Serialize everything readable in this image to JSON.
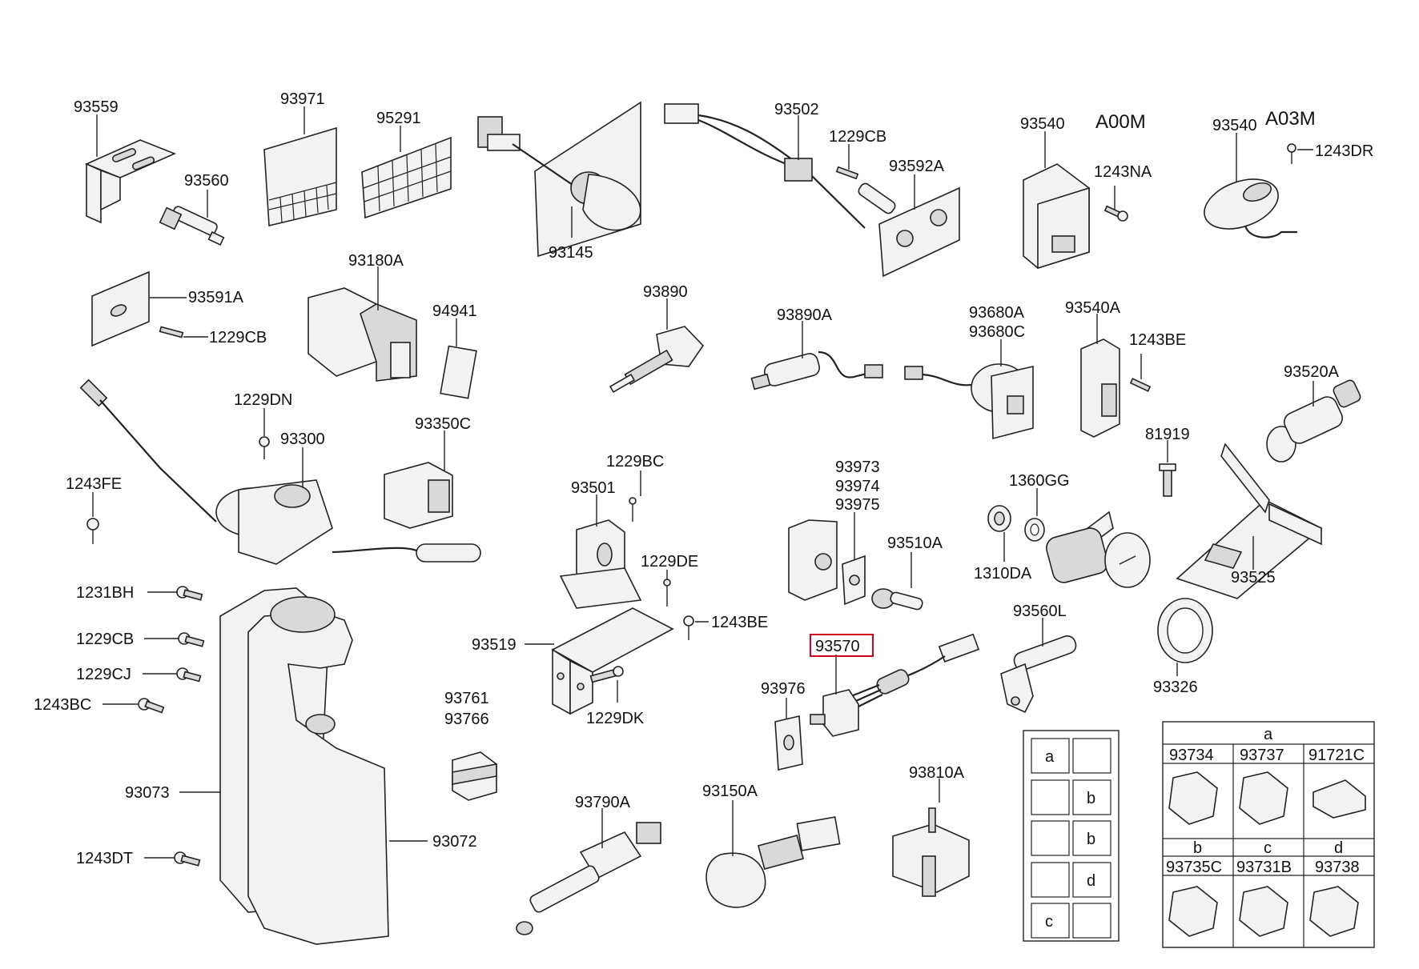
{
  "highlight": {
    "color": "#d0021b"
  },
  "labels": {
    "p93559": "93559",
    "p93971": "93971",
    "p95291": "95291",
    "p93560": "93560",
    "p93145": "93145",
    "p93502": "93502",
    "p1229CB_a": "1229CB",
    "p93592A": "93592A",
    "p93540_a": "93540",
    "pA00M": "A00M",
    "p1243NA": "1243NA",
    "p93540_b": "93540",
    "pA03M": "A03M",
    "p1243DR": "1243DR",
    "p93591A": "93591A",
    "p1229CB_b": "1229CB",
    "p93180A": "93180A",
    "p94941": "94941",
    "p93890": "93890",
    "p93890A": "93890A",
    "p93680A": "93680A",
    "p93680C": "93680C",
    "p93540A": "93540A",
    "p1243BE_a": "1243BE",
    "p93520A": "93520A",
    "p1229DN": "1229DN",
    "p93300": "93300",
    "p93350C": "93350C",
    "p1243FE": "1243FE",
    "p1229BC": "1229BC",
    "p93501": "93501",
    "p93973": "93973",
    "p93974": "93974",
    "p93975": "93975",
    "p1360GG": "1360GG",
    "p81919": "81919",
    "p93510A": "93510A",
    "p1310DA": "1310DA",
    "p93525": "93525",
    "p1229DE": "1229DE",
    "p1231BH": "1231BH",
    "p1243BE_b": "1243BE",
    "p93519": "93519",
    "p1229CB_c": "1229CB",
    "p93570": "93570",
    "p93560L": "93560L",
    "p1229CJ": "1229CJ",
    "p93326": "93326",
    "p1243BC": "1243BC",
    "p93761": "93761",
    "p93766": "93766",
    "p93976": "93976",
    "p1229DK": "1229DK",
    "p93073": "93073",
    "p93790A": "93790A",
    "p93150A": "93150A",
    "p93810A": "93810A",
    "p93072": "93072",
    "p1243DT": "1243DT"
  },
  "legend_left": {
    "rows": [
      {
        "left": "a",
        "right": ""
      },
      {
        "left": "",
        "right": "b"
      },
      {
        "left": "",
        "right": "b"
      },
      {
        "left": "",
        "right": "d"
      },
      {
        "left": "c",
        "right": ""
      }
    ]
  },
  "legend_right": {
    "top_header": "a",
    "top_parts": [
      "93734",
      "93737",
      "91721C"
    ],
    "bottom_headers": [
      "b",
      "c",
      "d"
    ],
    "bottom_parts": [
      "93735C",
      "93731B",
      "93738"
    ]
  }
}
